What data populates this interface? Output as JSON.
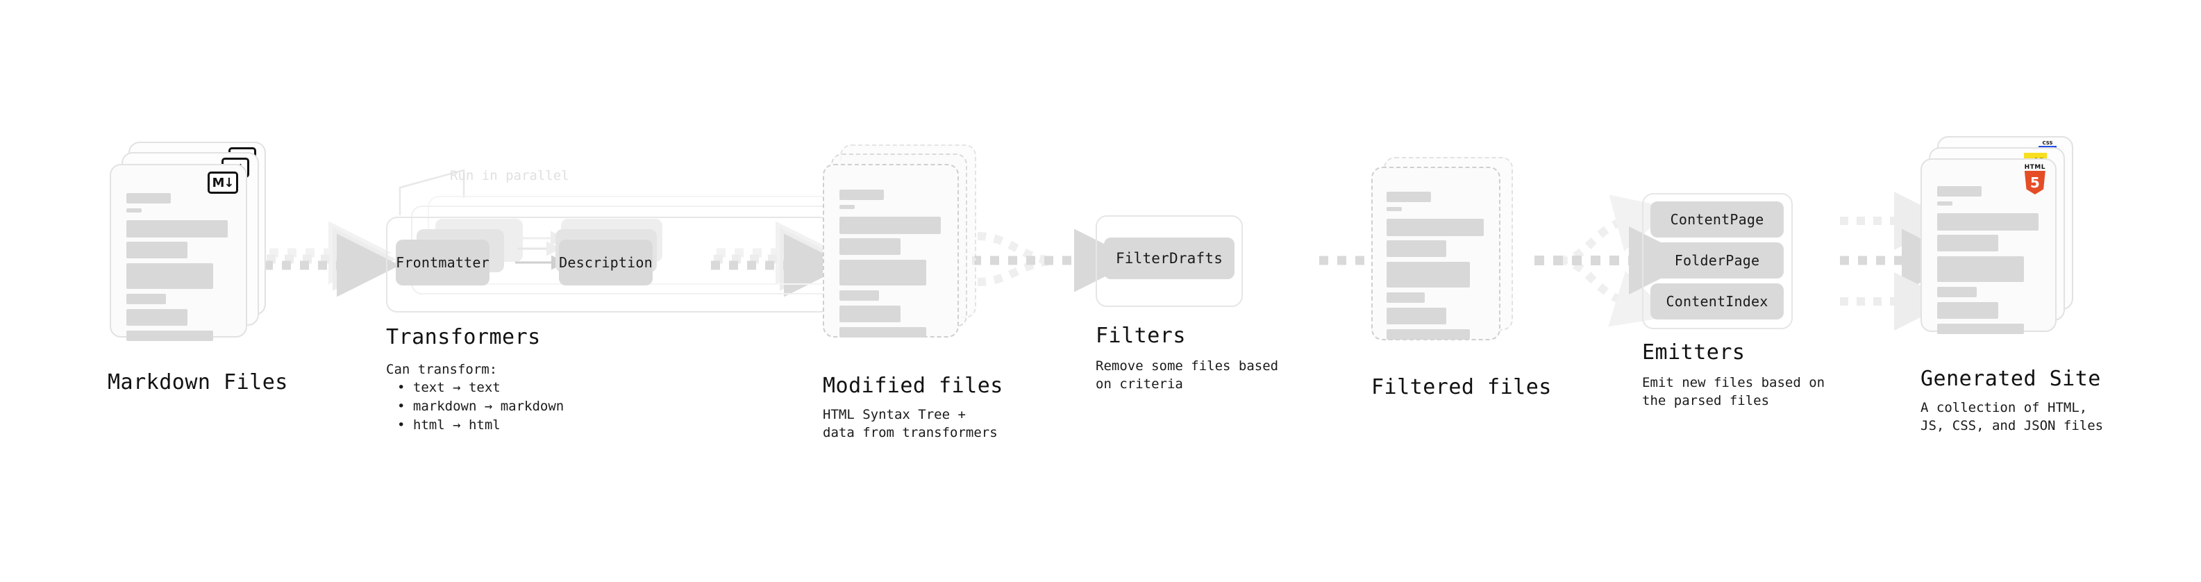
{
  "diagram": {
    "title_sequence": [
      "Markdown Files",
      "Transformers",
      "Modified files",
      "Filters",
      "Filtered files",
      "Emitters",
      "Generated Site"
    ],
    "parallel_note": "Run in parallel"
  },
  "stages": {
    "markdown": {
      "heading": "Markdown Files",
      "badge": "M↓",
      "badge_icon": "markdown-icon"
    },
    "transformers": {
      "heading": "Transformers",
      "note": "Run in parallel",
      "chip_left": "Frontmatter",
      "chip_right": "Description",
      "desc_title": "Can transform:",
      "desc_items": [
        "• text → text",
        "• markdown → markdown",
        "• html → html"
      ]
    },
    "modified": {
      "heading": "Modified files",
      "desc_line1": "HTML Syntax Tree +",
      "desc_line2": "data from transformers"
    },
    "filters": {
      "heading": "Filters",
      "chip": "FilterDrafts",
      "desc_line1": "Remove some files based",
      "desc_line2": "on criteria"
    },
    "filtered": {
      "heading": "Filtered files"
    },
    "emitters": {
      "heading": "Emitters",
      "chips": [
        "ContentPage",
        "FolderPage",
        "ContentIndex"
      ],
      "desc_line1": "Emit new files based on",
      "desc_line2": "the parsed files"
    },
    "generated": {
      "heading": "Generated Site",
      "desc_line1": "A collection of HTML,",
      "desc_line2": "JS, CSS, and JSON files",
      "badge_html": "5",
      "badge_html_word": "HTML",
      "badge_css_word": "CSS",
      "badge_js": "JS",
      "badge_icons": [
        "html5-icon",
        "js-icon",
        "css3-icon"
      ]
    }
  },
  "colors": {
    "background": "#ffffff",
    "card_fill": "#fbfbfb",
    "card_border": "#e2e2e2",
    "placeholder_bar": "#d8d8d8",
    "chip_fill": "#d9d9d9",
    "arrow": "#d9d9d9",
    "arrow_faint": "#ededed",
    "text": "#111111",
    "muted_text": "#e0e0e0",
    "html5_orange": "#e44d26",
    "js_yellow": "#f7df1e",
    "css_blue": "#264de4"
  }
}
